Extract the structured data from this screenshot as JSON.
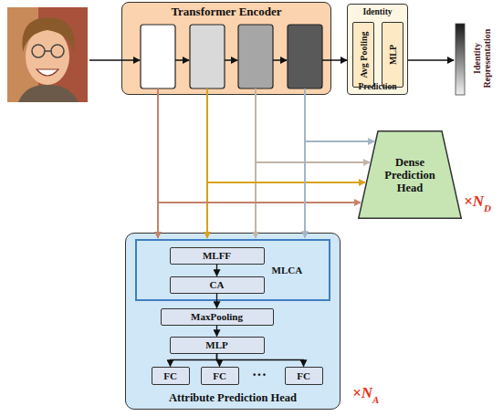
{
  "diagram": {
    "nodes": [
      {
        "text": [
          "Transformer Encoder"
        ]
      },
      {
        "text": [
          "Identity",
          "Prediction"
        ]
      },
      {
        "text": [
          "Avg Pooling"
        ],
        "in": 1
      },
      {
        "text": [
          "MLP"
        ],
        "in": 1
      },
      {
        "text": [
          "Dense Prediction Head"
        ]
      },
      {
        "text": [
          "Attribute Prediction Head"
        ]
      },
      {
        "text": [
          "MLCA"
        ],
        "in": 5
      },
      {
        "text": [
          "MLFF"
        ],
        "in": 6
      },
      {
        "text": [
          "CA"
        ],
        "in": 6
      },
      {
        "text": [
          "MaxPooling"
        ],
        "in": 5
      },
      {
        "text": [
          "MLP"
        ],
        "in": 5
      },
      {
        "text": [
          "FC"
        ],
        "in": 5
      },
      {
        "text": [
          "FC"
        ],
        "in": 5
      },
      {
        "text": [
          "FC"
        ],
        "in": 5
      }
    ],
    "edges": [
      {
        "from": 0,
        "to": 1,
        "arrow": "to"
      },
      {
        "from": 0,
        "to": 4,
        "arrow": "to"
      },
      {
        "from": 0,
        "to": 6,
        "arrow": "to"
      },
      {
        "from": 7,
        "to": 8,
        "arrow": "to"
      },
      {
        "from": 8,
        "to": 9,
        "arrow": "to"
      },
      {
        "from": 9,
        "to": 10,
        "arrow": "to"
      },
      {
        "from": 10,
        "to": 11,
        "arrow": "to"
      },
      {
        "from": 10,
        "to": 12,
        "arrow": "to"
      },
      {
        "from": 10,
        "to": 13,
        "arrow": "to"
      }
    ],
    "labels": [
      "Identity Representation",
      "×N",
      "D",
      "×N",
      "A",
      "···"
    ]
  }
}
